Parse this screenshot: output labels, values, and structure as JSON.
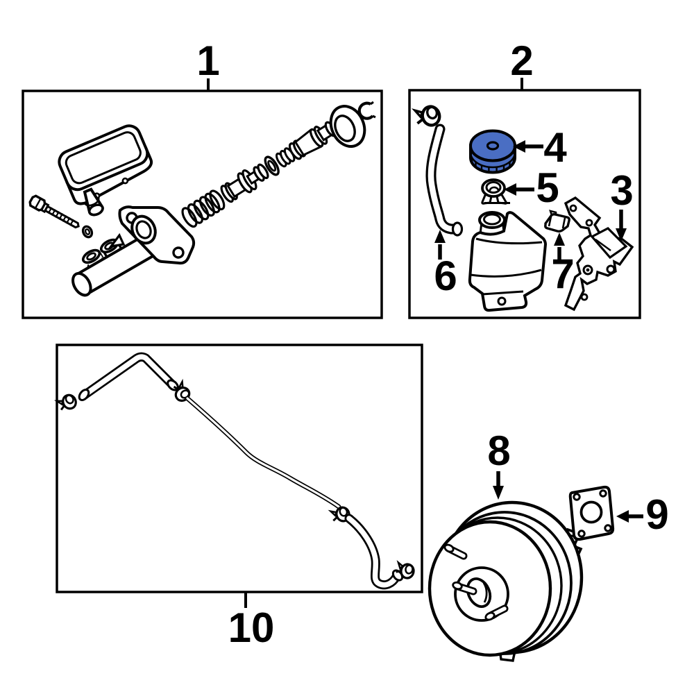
{
  "page": {
    "background": "#ffffff",
    "line_color": "#000000"
  },
  "diagram": {
    "type": "exploded-parts-diagram",
    "highlight": {
      "color": "#4a6ec3",
      "highlighted_callout": "4"
    },
    "callouts": {
      "c1": "1",
      "c2": "2",
      "c3": "3",
      "c4": "4",
      "c5": "5",
      "c6": "6",
      "c7": "7",
      "c8": "8",
      "c9": "9",
      "c10": "10"
    }
  }
}
